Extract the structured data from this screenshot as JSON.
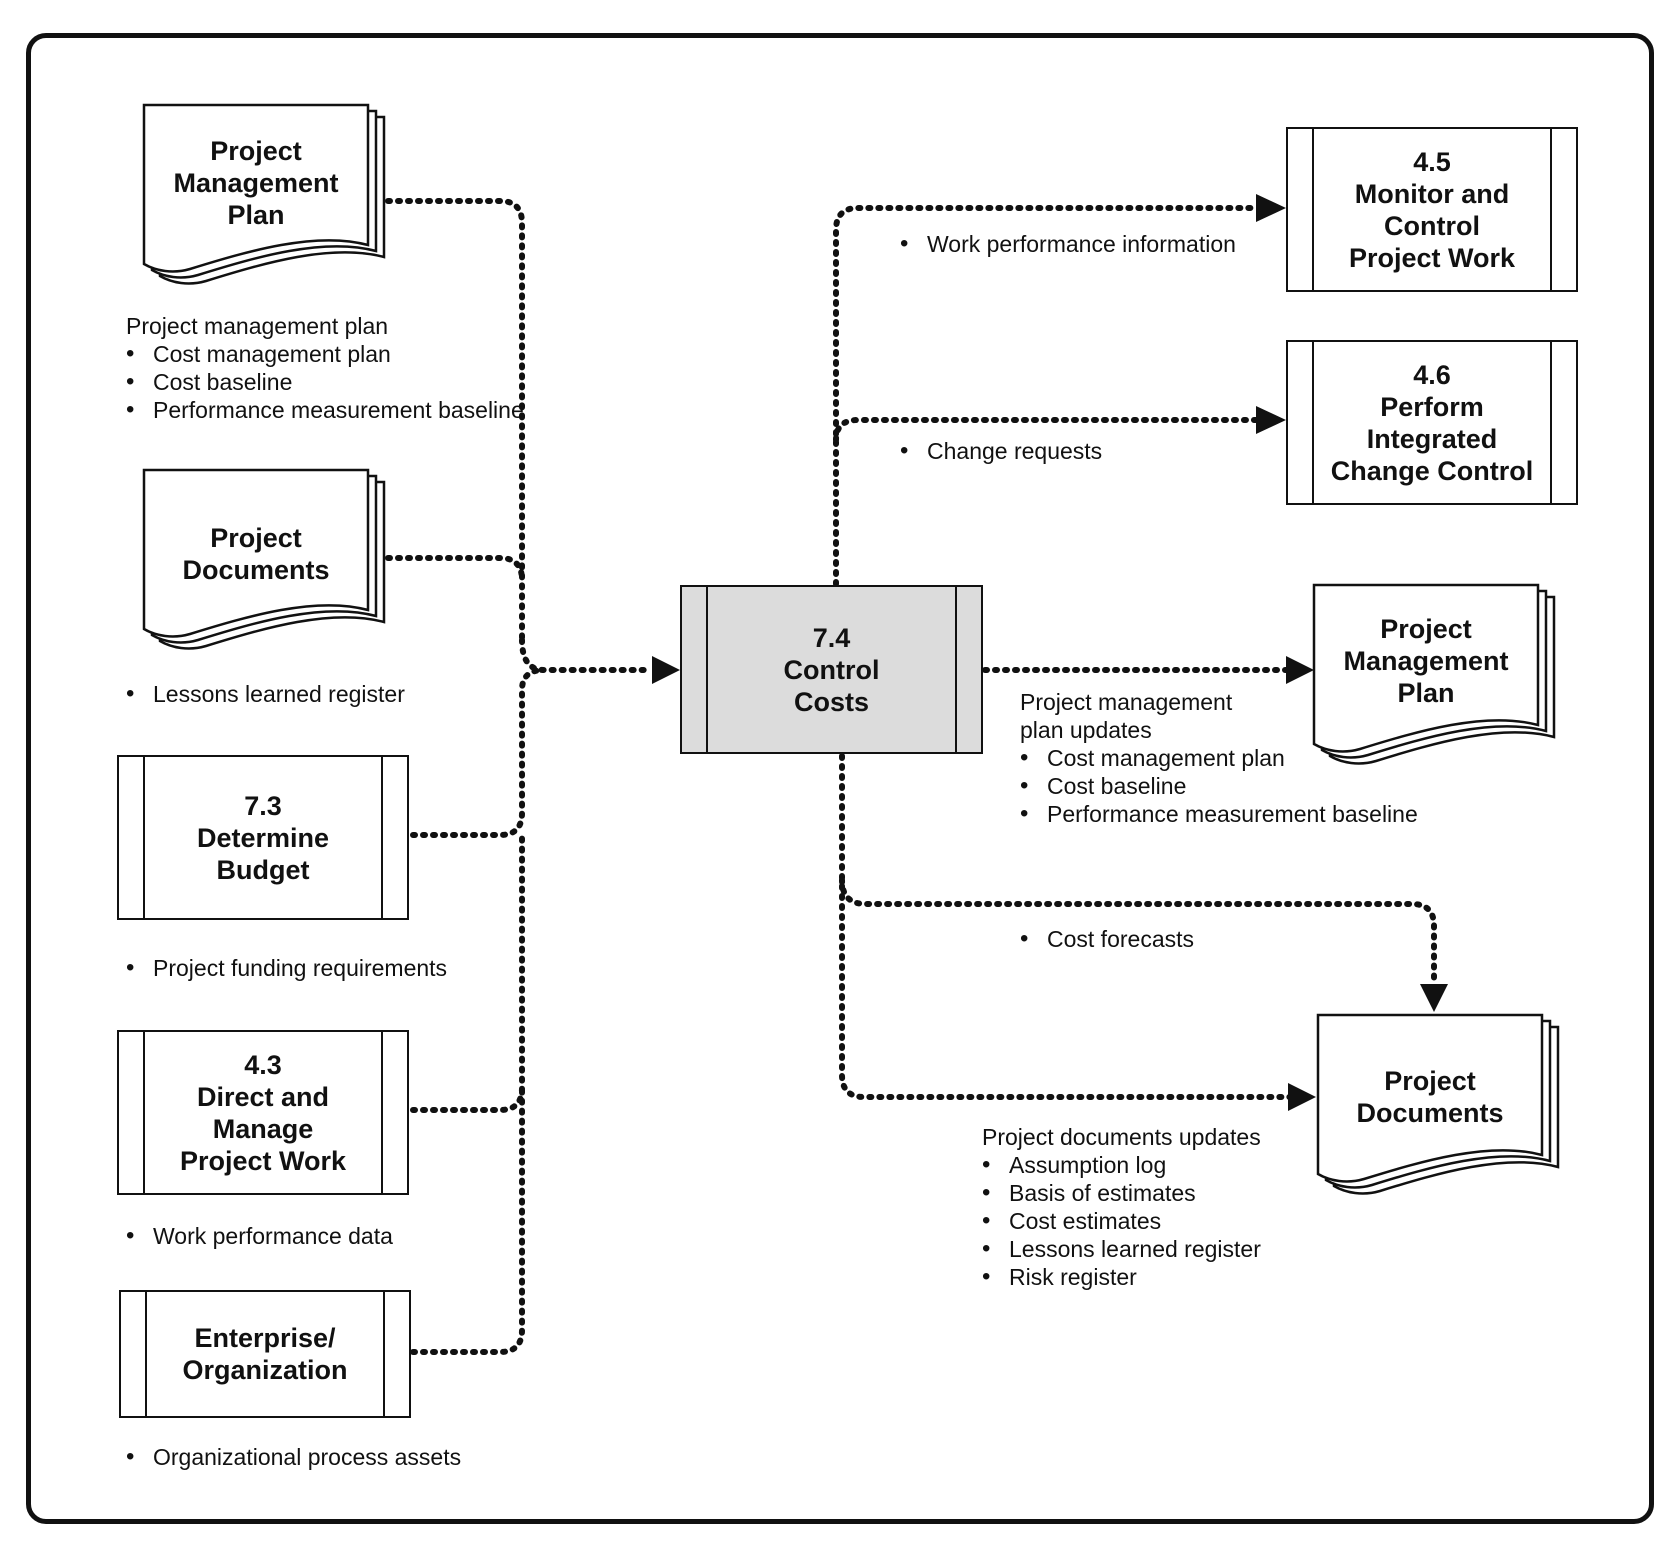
{
  "inputs": {
    "pm_plan": {
      "title": "Project\nManagement\nPlan",
      "label_head": "Project management plan",
      "items": [
        "Cost management plan",
        "Cost baseline",
        "Performance measurement baseline"
      ]
    },
    "project_docs": {
      "title": "Project\nDocuments",
      "items": [
        "Lessons learned register"
      ]
    },
    "determine_budget": {
      "title": "7.3\nDetermine\nBudget",
      "items": [
        "Project funding requirements"
      ]
    },
    "direct_manage": {
      "title": "4.3\nDirect and\nManage\nProject Work",
      "items": [
        "Work performance data"
      ]
    },
    "enterprise": {
      "title": "Enterprise/\nOrganization",
      "items": [
        "Organizational process assets"
      ]
    }
  },
  "process": {
    "title": "7.4\nControl\nCosts"
  },
  "outputs": {
    "monitor_control": {
      "title": "4.5\nMonitor and\nControl\nProject Work",
      "items": [
        "Work  performance information"
      ]
    },
    "change_control": {
      "title": "4.6\nPerform\nIntegrated\nChange Control",
      "items": [
        "Change requests"
      ]
    },
    "pm_plan": {
      "title": "Project\nManagement\nPlan",
      "label_head": "Project management\nplan updates",
      "items": [
        "Cost management plan",
        "Cost baseline",
        "Performance measurement baseline"
      ]
    },
    "cost_forecasts": {
      "items": [
        "Cost forecasts"
      ]
    },
    "project_docs": {
      "title": "Project\nDocuments",
      "label_head": "Project documents updates",
      "items": [
        "Assumption log",
        "Basis of estimates",
        "Cost estimates",
        "Lessons learned register",
        "Risk register"
      ]
    }
  },
  "colors": {
    "line": "#111111",
    "process_fill": "#dcdcdc",
    "background": "#ffffff"
  }
}
